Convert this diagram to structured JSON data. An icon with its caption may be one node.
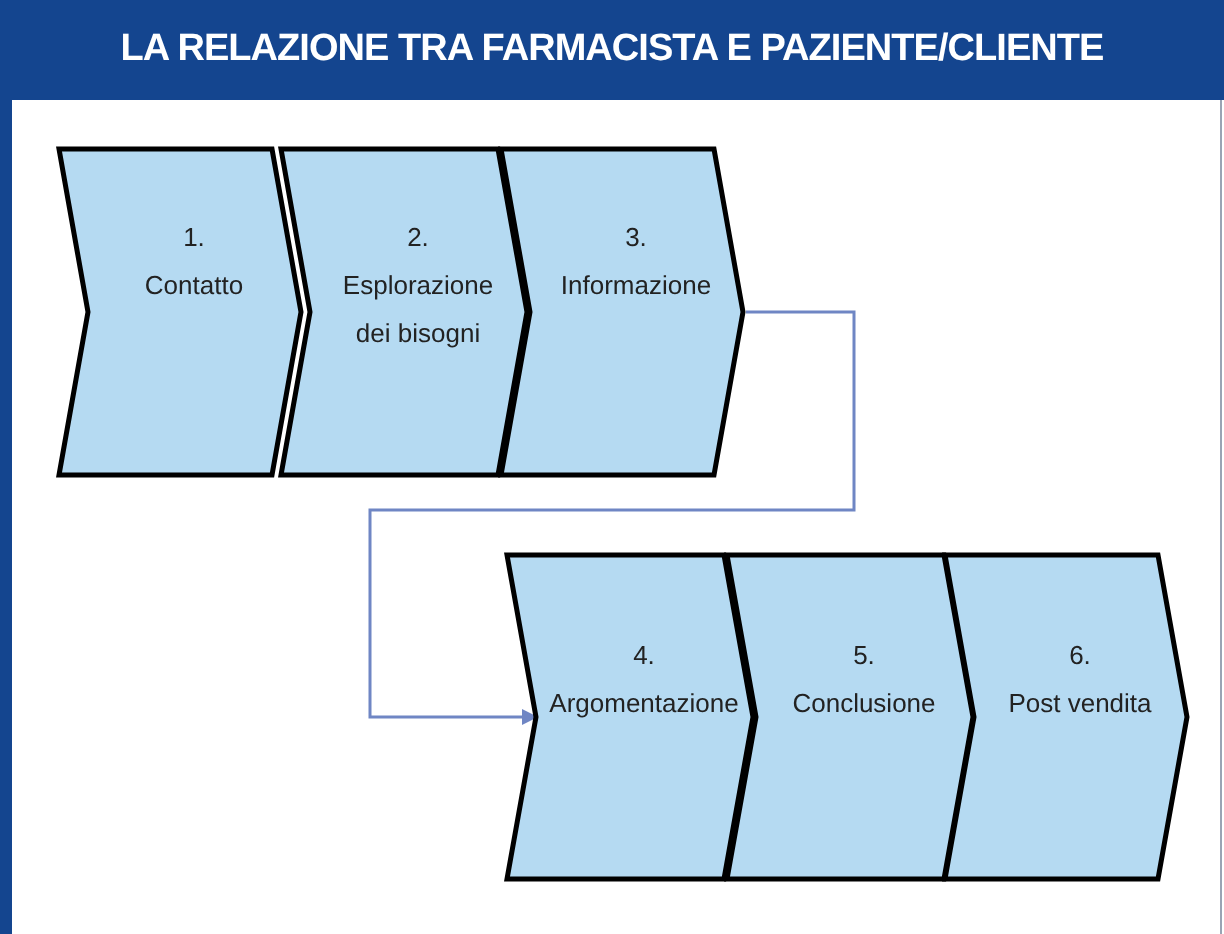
{
  "diagram": {
    "title": "LA RELAZIONE TRA FARMACISTA E PAZIENTE/CLIENTE",
    "nodes": [
      {
        "text": [
          "1.",
          "Contatto"
        ]
      },
      {
        "text": [
          "2.",
          "Esplorazione dei bisogni"
        ]
      },
      {
        "text": [
          "3.",
          "Informazione"
        ]
      },
      {
        "text": [
          "4.",
          "Argomentazione"
        ]
      },
      {
        "text": [
          "5.",
          "Conclusione"
        ]
      },
      {
        "text": [
          "6.",
          "Post vendita"
        ]
      }
    ],
    "edges": [
      {
        "from": 2,
        "to": 3,
        "arrow": "to",
        "color": "#6f86c4"
      }
    ]
  }
}
